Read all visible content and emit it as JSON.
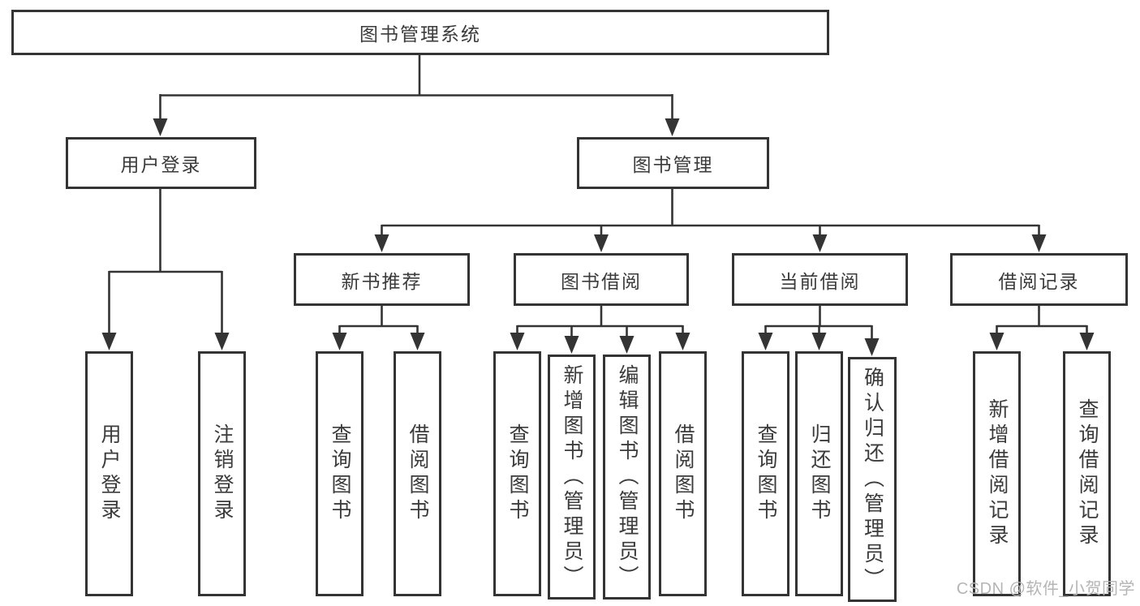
{
  "colors": {
    "background": "#ffffff",
    "line": "#343434",
    "box_border": "#343434",
    "box_fill": "#ffffff",
    "text": "#3b3b3b",
    "watermark": "#b5b5b5"
  },
  "diagram": {
    "root": {
      "label": "图书管理系统"
    },
    "children": [
      {
        "label": "用户登录",
        "children": [
          {
            "label": "用户登录"
          },
          {
            "label": "注销登录"
          }
        ]
      },
      {
        "label": "图书管理",
        "children": [
          {
            "label": "新书推荐",
            "children": [
              {
                "label": "查询图书"
              },
              {
                "label": "借阅图书"
              }
            ]
          },
          {
            "label": "图书借阅",
            "children": [
              {
                "label": "查询图书"
              },
              {
                "label": "新增图书（管理员）"
              },
              {
                "label": "编辑图书（管理员）"
              },
              {
                "label": "借阅图书"
              }
            ]
          },
          {
            "label": "当前借阅",
            "children": [
              {
                "label": "查询图书"
              },
              {
                "label": "归还图书"
              },
              {
                "label": "确认归还（管理员）"
              }
            ]
          },
          {
            "label": "借阅记录",
            "children": [
              {
                "label": "新增借阅记录"
              },
              {
                "label": "查询借阅记录"
              }
            ]
          }
        ]
      }
    ]
  },
  "watermark": {
    "text": "CSDN @软件_小贺同学"
  }
}
